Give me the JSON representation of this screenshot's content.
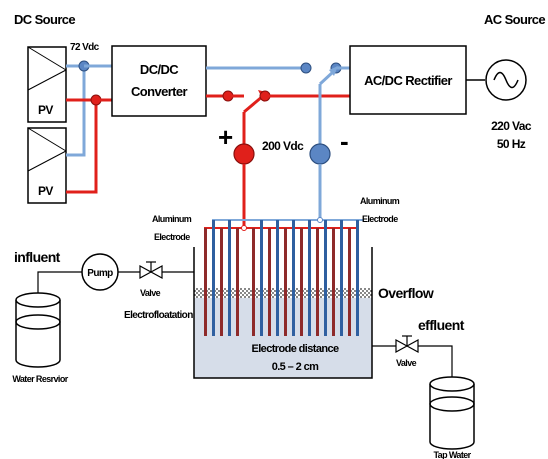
{
  "labels": {
    "dc_source": "DC Source",
    "ac_source": "AC Source",
    "vdc72": "72 Vdc",
    "pv_top": "PV",
    "pv_bottom": "PV",
    "dcdc_line1": "DC/DC",
    "dcdc_line2": "Converter",
    "rectifier": "AC/DC Rectifier",
    "ac_volt": "220 Vac",
    "ac_freq": "50 Hz",
    "plus": "+",
    "minus": "-",
    "vdc200": "200 Vdc",
    "al_left_1": "Aluminum",
    "al_left_2": "Electrode",
    "al_right_1": "Aluminum",
    "al_right_2": "Electrode",
    "influent": "influent",
    "pump": "Pump",
    "valve_in": "Valve",
    "electroflotation": "Electrofloatation",
    "overflow": "Overflow",
    "effluent": "effluent",
    "valve_out": "Valve",
    "electrode_distance_1": "Electrode distance",
    "electrode_distance_2": "0.5 – 2 cm",
    "water_reservoir": "Water Resrvior",
    "tap_water": "Tap Water"
  },
  "colors": {
    "positive_wire": "#e0201b",
    "negative_wire": "#7fa8d9",
    "node_blue": "#5b86c4",
    "tank_water": "#d6dde9",
    "electrode_red": "#8e2a2a",
    "electrode_blue": "#2f5fa0"
  }
}
